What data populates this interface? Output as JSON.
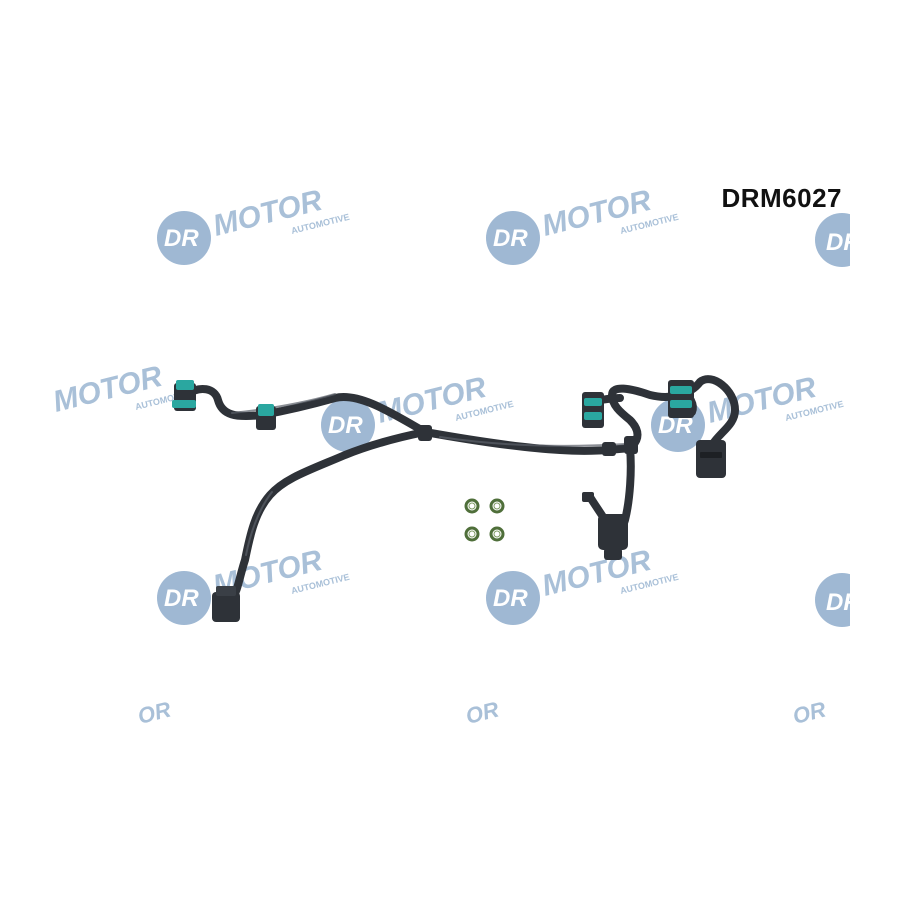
{
  "product": {
    "part_number": "DRM6027"
  },
  "watermark": {
    "brand_text": "DR.MOTOR",
    "sub_text": "AUTOMOTIVE",
    "color": "#a9c0d8",
    "badge_color": "#9fb8d3"
  },
  "colors": {
    "hose": "#2e3238",
    "hose_highlight": "#5b6069",
    "clip": "#2aa7a0",
    "oring": "#4f6f3a"
  },
  "icons": {
    "logo": "dr-motor-watermark-icon",
    "hose": "fuel-hose-harness-icon",
    "clip": "quick-connector-clip-icon",
    "oring": "o-ring-seal-icon"
  }
}
